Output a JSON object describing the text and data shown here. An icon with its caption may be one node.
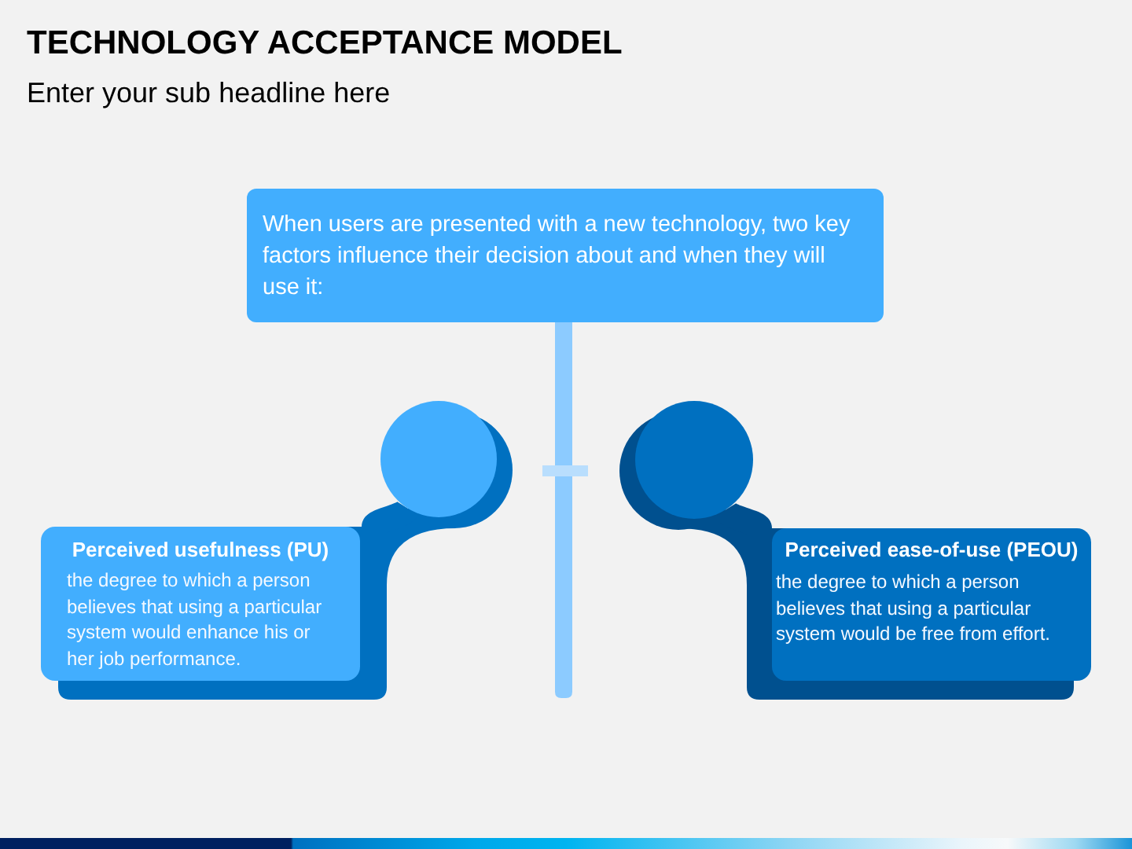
{
  "diagram": {
    "title": "TECHNOLOGY ACCEPTANCE MODEL",
    "nodes": [
      {
        "text": [
          "When users are presented with a new technology, two key factors influence their decision about and when they will use it:"
        ]
      },
      {
        "text": [],
        "shape": "circle"
      },
      {
        "text": [],
        "shape": "circle"
      },
      {
        "text": [
          "Perceived usefulness (PU)",
          "the degree to which a person believes that using a particular system would enhance his or her job performance."
        ]
      },
      {
        "text": [
          "Perceived ease-of-use (PEOU)",
          "the degree to which a person believes that using a particular system would be free from effort."
        ]
      }
    ],
    "edges": [
      {
        "from": 1,
        "to": 3,
        "arrow": "none",
        "color": "#0070c0"
      },
      {
        "from": 2,
        "to": 4,
        "arrow": "none",
        "color": "#00508f"
      }
    ],
    "labels": [
      "Enter your sub headline here"
    ]
  }
}
